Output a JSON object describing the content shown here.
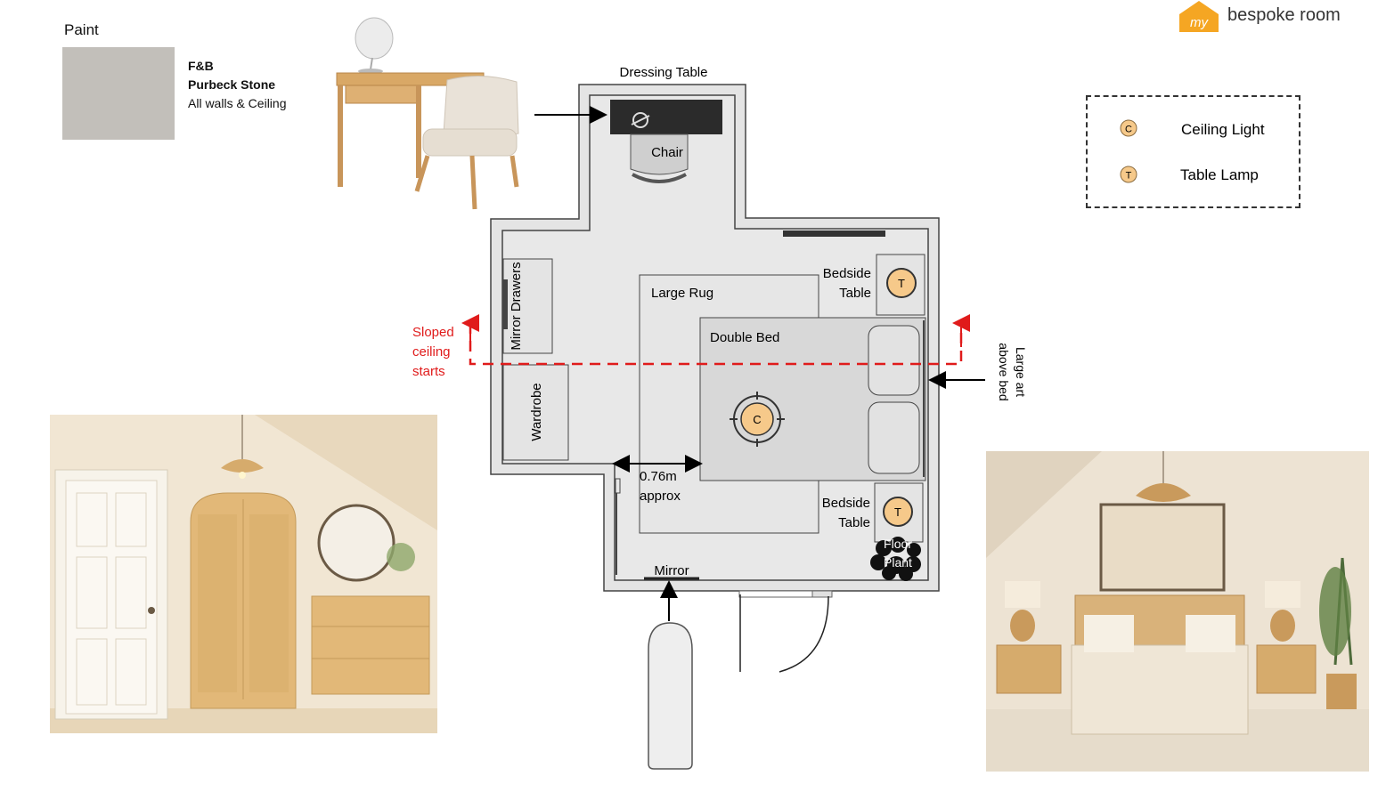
{
  "brand": {
    "logo_mark": "my",
    "name": "bespoke room"
  },
  "paint": {
    "heading": "Paint",
    "brand": "F&B",
    "color_name": "Purbeck Stone",
    "usage": "All walls & Ceiling",
    "swatch_color": "#c2bfba"
  },
  "legend": {
    "items": [
      {
        "symbol": "C",
        "label": "Ceiling Light"
      },
      {
        "symbol": "T",
        "label": "Table Lamp"
      }
    ]
  },
  "plan": {
    "dressing_table": "Dressing Table",
    "chair": "Chair",
    "mirror_drawers": "Mirror Drawers",
    "wardrobe": "Wardrobe",
    "large_rug": "Large Rug",
    "double_bed": "Double Bed",
    "bedside_table_top": [
      "Bedside",
      "Table"
    ],
    "bedside_table_bottom": [
      "Bedside",
      "Table"
    ],
    "lamp_symbol": "T",
    "ceiling_symbol": "C",
    "floor_plant": [
      "Floor",
      "Plant"
    ],
    "mirror": "Mirror",
    "dimension": [
      "0.76m",
      "approx"
    ],
    "sloped_ceiling": [
      "Sloped",
      "ceiling",
      "starts"
    ],
    "large_art": [
      "Large art",
      "above bed"
    ]
  },
  "colors": {
    "slope_line": "#e01b1b",
    "lamp_fill": "#f6c98a",
    "logo_orange": "#f5a623"
  }
}
